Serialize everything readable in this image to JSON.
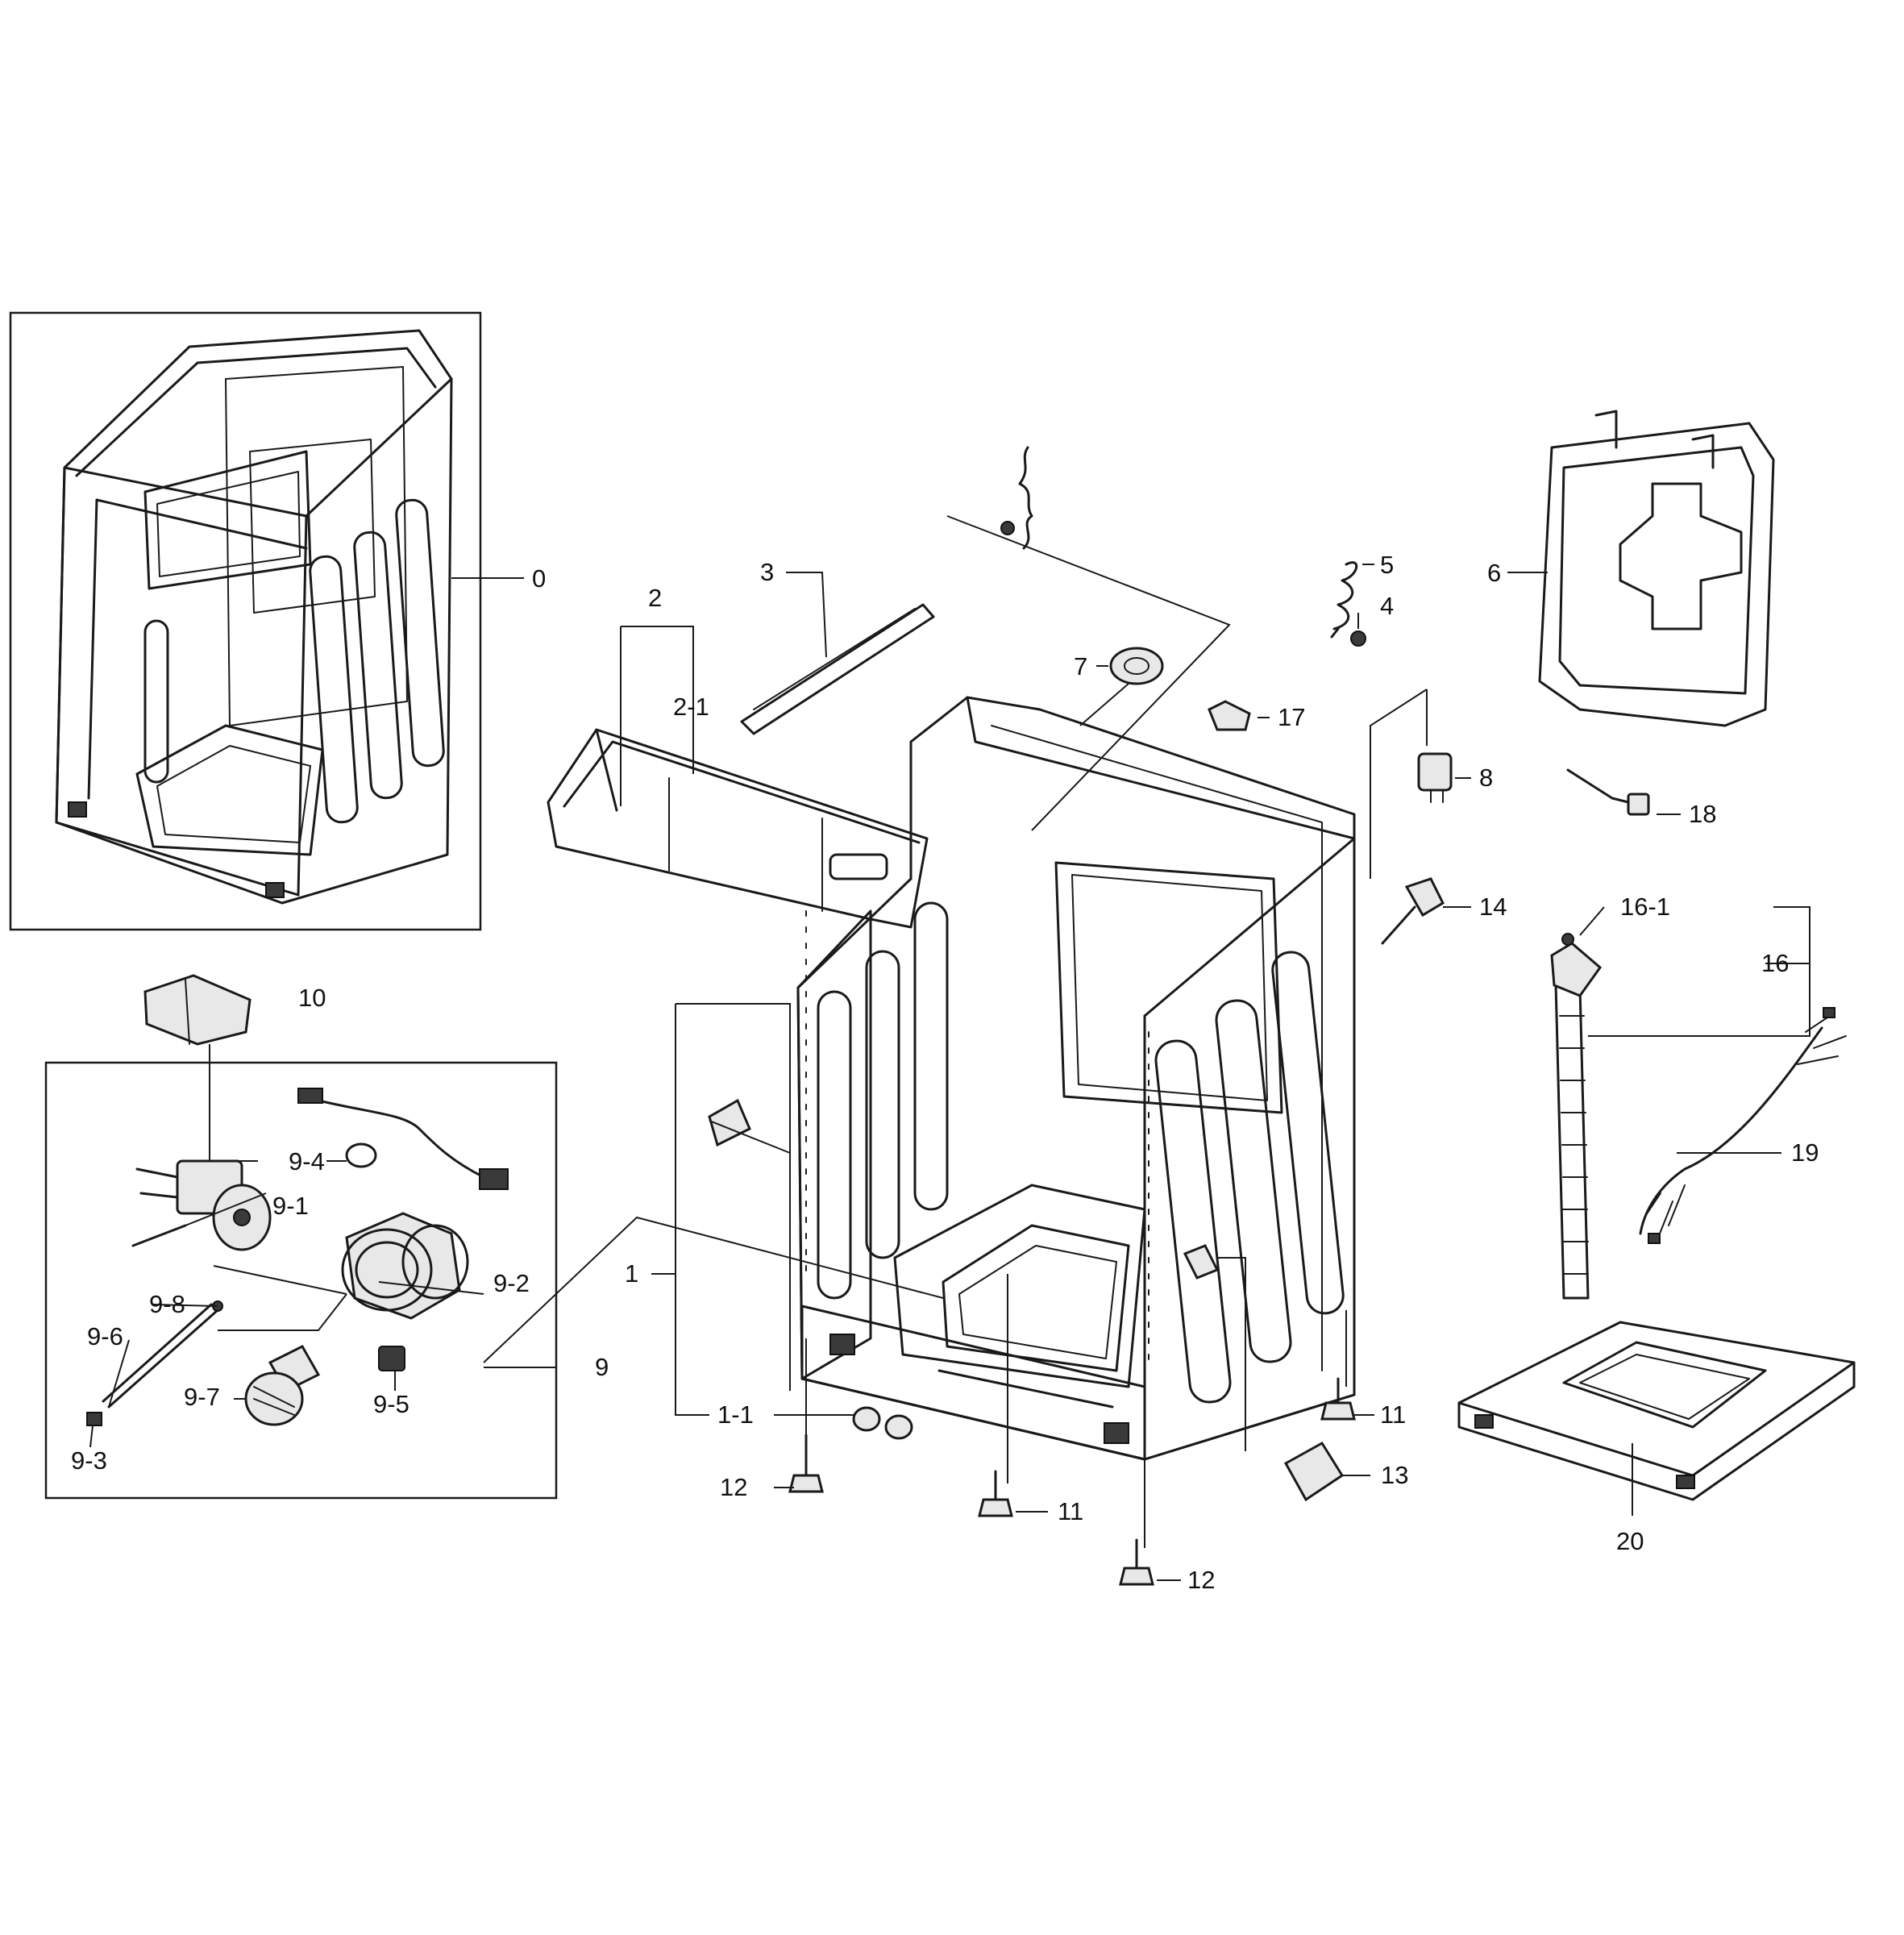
{
  "callouts": [
    {
      "id": "0",
      "label": "0"
    },
    {
      "id": "1",
      "label": "1"
    },
    {
      "id": "1-1",
      "label": "1-1"
    },
    {
      "id": "2",
      "label": "2"
    },
    {
      "id": "2-1",
      "label": "2-1"
    },
    {
      "id": "3",
      "label": "3"
    },
    {
      "id": "4",
      "label": "4"
    },
    {
      "id": "5",
      "label": "5"
    },
    {
      "id": "6",
      "label": "6"
    },
    {
      "id": "7",
      "label": "7"
    },
    {
      "id": "8",
      "label": "8"
    },
    {
      "id": "9",
      "label": "9"
    },
    {
      "id": "9-1",
      "label": "9-1"
    },
    {
      "id": "9-2",
      "label": "9-2"
    },
    {
      "id": "9-3",
      "label": "9-3"
    },
    {
      "id": "9-4",
      "label": "9-4"
    },
    {
      "id": "9-5",
      "label": "9-5"
    },
    {
      "id": "9-6",
      "label": "9-6"
    },
    {
      "id": "9-7",
      "label": "9-7"
    },
    {
      "id": "9-8",
      "label": "9-8"
    },
    {
      "id": "10",
      "label": "10"
    },
    {
      "id": "11a",
      "label": "11"
    },
    {
      "id": "11b",
      "label": "11"
    },
    {
      "id": "12a",
      "label": "12"
    },
    {
      "id": "12b",
      "label": "12"
    },
    {
      "id": "13",
      "label": "13"
    },
    {
      "id": "14",
      "label": "14"
    },
    {
      "id": "16",
      "label": "16"
    },
    {
      "id": "16-1",
      "label": "16-1"
    },
    {
      "id": "17",
      "label": "17"
    },
    {
      "id": "18",
      "label": "18"
    },
    {
      "id": "19",
      "label": "19"
    },
    {
      "id": "20",
      "label": "20"
    }
  ]
}
